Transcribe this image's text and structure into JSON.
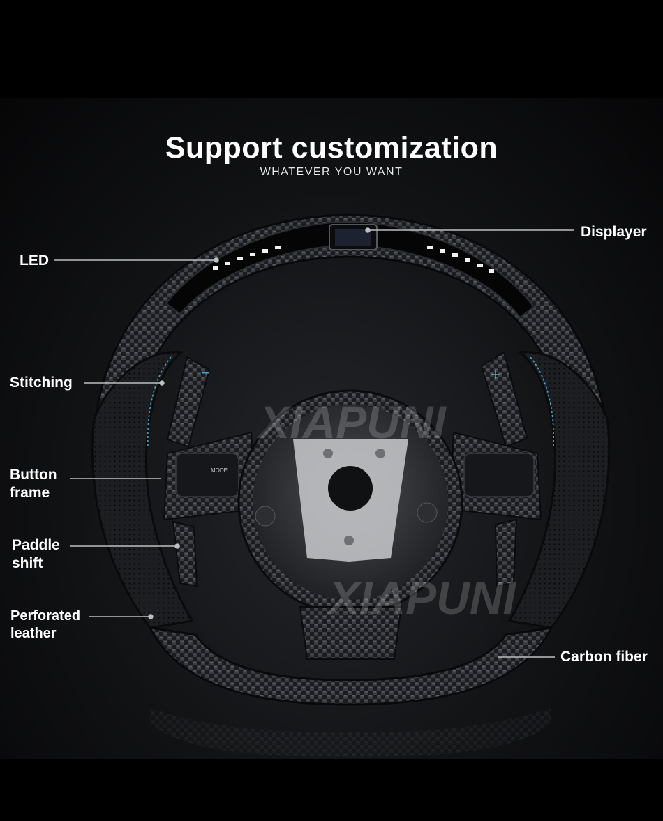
{
  "header": {
    "title": "Support customization",
    "subtitle": "WHATEVER YOU WANT"
  },
  "callouts": {
    "led": "LED",
    "displayer": "Displayer",
    "stitching": "Stitching",
    "button_frame_line1": "Button",
    "button_frame_line2": "frame",
    "paddle_shift_line1": "Paddle",
    "paddle_shift_line2": "shift",
    "perforated_leather_line1": "Perforated",
    "perforated_leather_line2": "leather",
    "carbon_fiber": "Carbon fiber"
  },
  "wheel": {
    "paddle_minus": "−",
    "paddle_plus": "+",
    "button_mode": "MODE"
  },
  "watermark": "XIAPUNI",
  "colors": {
    "background": "#000000",
    "text": "#ffffff",
    "stitching_accent": "#3aa6d8",
    "led_glow": "#ffffff"
  }
}
